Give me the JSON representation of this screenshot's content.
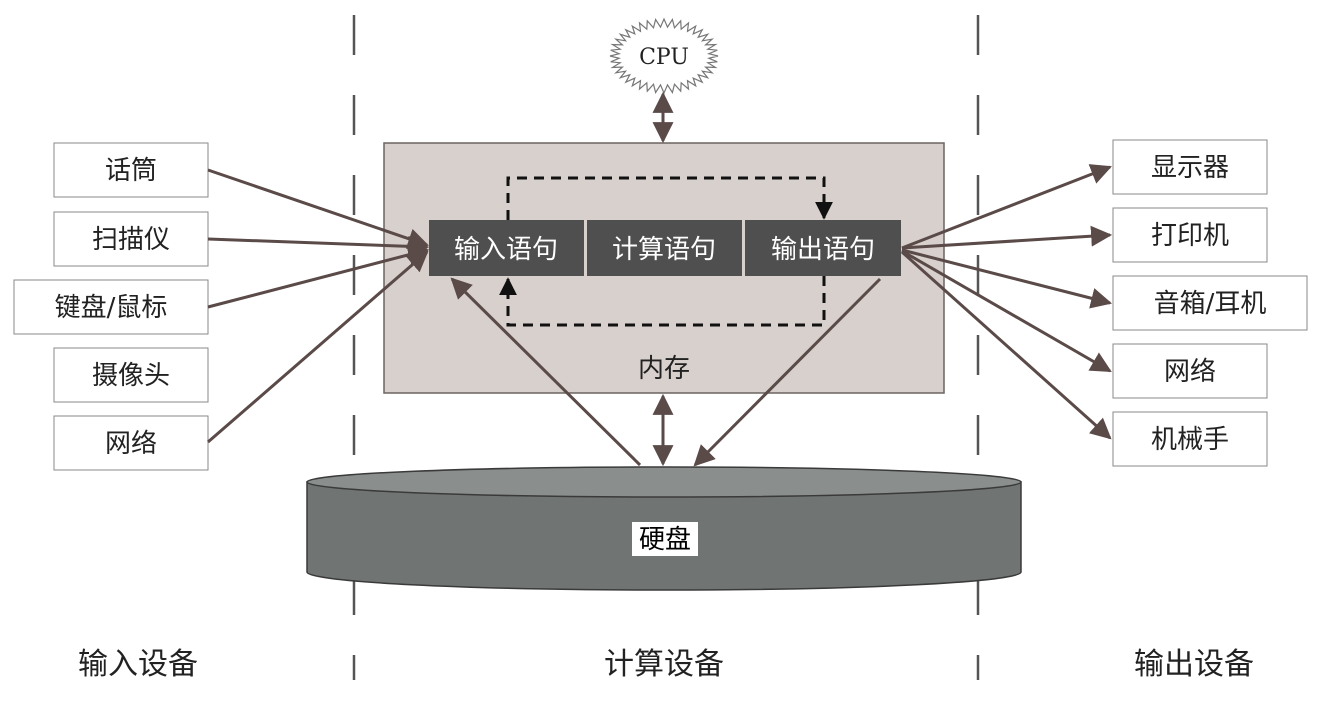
{
  "cpu": {
    "label": "CPU"
  },
  "memory": {
    "label": "内存",
    "statements": [
      "输入语句",
      "计算语句",
      "输出语句"
    ]
  },
  "disk": {
    "label": "硬盘"
  },
  "input_devices": [
    "话筒",
    "扫描仪",
    "键盘/鼠标",
    "摄像头",
    "网络"
  ],
  "output_devices": [
    "显示器",
    "打印机",
    "音箱/耳机",
    "网络",
    "机械手"
  ],
  "sections": {
    "input": "输入设备",
    "compute": "计算设备",
    "output": "输出设备"
  },
  "colors": {
    "arrow": "#5a4a48",
    "memory_fill": "#d8d0cc",
    "statement_fill": "#4f4f4f",
    "disk_fill": "#707472",
    "disk_top": "#8a8e8c",
    "divider": "#555555"
  }
}
